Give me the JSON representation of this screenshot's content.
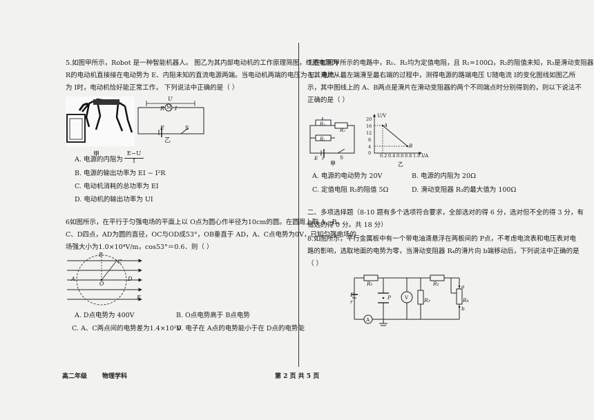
{
  "left": {
    "q5": {
      "lines": [
        "5.如图甲所示，Robot 是一种智能机器人。 图乙为其内部电动机的工作原理简图，线圈电阻为",
        "R的电动机直接接在电动势为 E、内阻未知的直流电源两端。当电动机两端的电压为 U、电流",
        "为 I时，电动机恰好能正常工作， 下列说法中正确的是（        ）"
      ],
      "fig_label_jia": "甲",
      "fig_label_yi": "乙",
      "circuit_labels": {
        "U": "U",
        "R": "R",
        "M": "M",
        "I": "I",
        "E": "E",
        "S": "S"
      },
      "options": [
        {
          "key": "A",
          "text": "A.  电源的内阻为"
        },
        {
          "key": "B",
          "text": "B.  电源的输出功率为  EI − I²R"
        },
        {
          "key": "C",
          "text": "C.  电动机消耗的总功率为 EI"
        },
        {
          "key": "D",
          "text": "D.  电动机的输出功率为  UI"
        }
      ],
      "fraction": {
        "num": "E−U",
        "den": "I"
      }
    },
    "q6": {
      "lines": [
        "6如图所示，在平行于匀强电场的平面上以 O点为圆心作半径为10cm的圆。在圆周上取 A、B、",
        "C、D四点，AD为圆的直径，OC与OD成53°，OB垂直于 AD，A、C点电势为0V，已知匀强电场的",
        "场强大小为1.0×10⁴V/m，cos53°＝0.6．则（        ）"
      ],
      "fig_labels": {
        "A": "A",
        "B": "B",
        "C": "C",
        "D": "D",
        "O": "O",
        "E": "E"
      },
      "options": [
        {
          "key": "A",
          "text": "A.  D点电势为 400V"
        },
        {
          "key": "B",
          "text": "B.  O点电势高于 B点电势"
        },
        {
          "key": "C",
          "text": "C.  A、C两点间的电势差为1.4×10²V"
        },
        {
          "key": "D",
          "text": "D.  电子在 A点的电势能小于在 D点的电势能"
        }
      ]
    }
  },
  "right": {
    "q7": {
      "lines": [
        "7.在如图甲所示的电路中，R₁、R₂均为定值电阻，且 R₁=100Ω，R₂的阻值未知，R₃是滑动变阻器，",
        "在其滑片从最左端滑至最右端的过程中，测得电源的路端电压 U随电流 I的变化图线如图乙所",
        "示，其中图线上的 A、B两点是滑片在滑动变阻器的两个不同端点时分别得到的，则以下说法不",
        "正确的是（    ）"
      ],
      "circuit_labels": {
        "R3": "R₃",
        "R2": "R₂",
        "R1": "R₁",
        "E": "E",
        "r": "r",
        "S": "S",
        "jia": "甲"
      },
      "graph": {
        "ylabel": "U/V",
        "xlabel": "I/A",
        "yticks": [
          "20",
          "16",
          "12",
          "8",
          "4",
          "0"
        ],
        "xticks": [
          "0.2",
          "0.4",
          "0.6",
          "0.8",
          "1.0"
        ],
        "pointA": "A",
        "pointB": "B",
        "caption": "乙"
      },
      "options": [
        {
          "key": "A",
          "text": "A.  电源的电动势为 20V"
        },
        {
          "key": "B",
          "text": "B.  电源的内阻为 20Ω"
        },
        {
          "key": "C",
          "text": "C.  定值电阻 R₂的阻值 5Ω"
        },
        {
          "key": "D",
          "text": "D.  滑动变阻器 R₃的最大值为 100Ω"
        }
      ]
    },
    "section2": "二、多项选择题（8-10 题有多个选项符合要求，全部选对的得 6 分，选对但不全的得 3 分，有",
    "section2_b": "错选的得 0 分。共 18 分）",
    "q8": {
      "lines": [
        "8.如图所示，平行金属板中有一个带电油滴悬浮在两板间的 P点，不考虑电流表和电压表对电",
        "路的影响，选取地面的电势为零，当滑动变阻器 R₄的滑片向 b端移动后，下列说法中正确的是",
        "（        ）"
      ],
      "circuit_labels": {
        "R1": "R₁",
        "R2": "R₂",
        "R3": "R₃",
        "R4": "R₄",
        "E": "E",
        "r": "r",
        "P": "P",
        "V": "V",
        "A": "A",
        "a": "a",
        "b": "b"
      }
    }
  },
  "footer": {
    "grade": "高二年级",
    "subject": "物理学科",
    "page": "第 2 页  共 5 页"
  }
}
